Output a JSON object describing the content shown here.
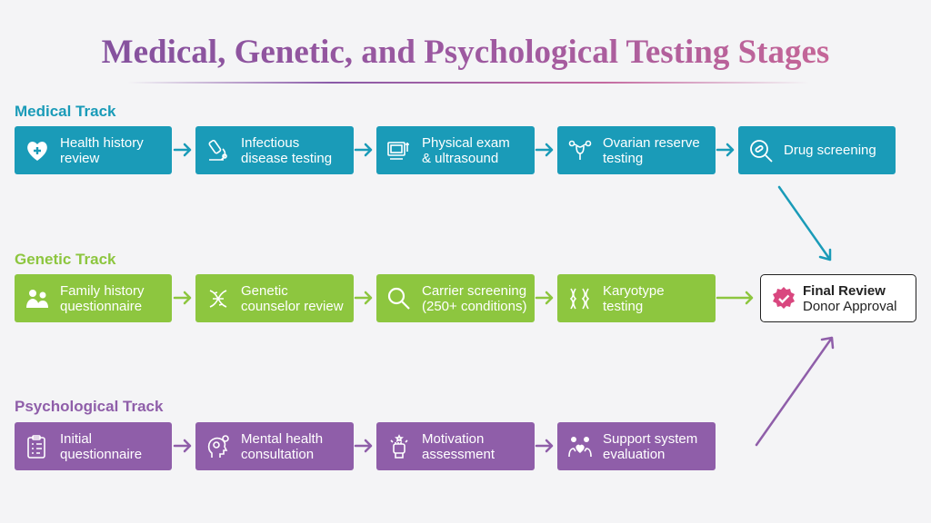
{
  "title": "Medical, Genetic, and Psychological Testing Stages",
  "colors": {
    "medical": "#1a9bb8",
    "genetic": "#8dc63f",
    "psychological": "#8f5ea9"
  },
  "tracks": {
    "medical": {
      "label": "Medical Track",
      "steps": [
        {
          "label": "Health history\nreview",
          "icon": "heart-plus-icon"
        },
        {
          "label": "Infectious\ndisease testing",
          "icon": "microscope-icon"
        },
        {
          "label": "Physical exam\n& ultrasound",
          "icon": "ultrasound-icon"
        },
        {
          "label": "Ovarian reserve\ntesting",
          "icon": "uterus-icon"
        },
        {
          "label": "Drug screening",
          "icon": "magnifier-pill-icon"
        }
      ]
    },
    "genetic": {
      "label": "Genetic Track",
      "steps": [
        {
          "label": "Family history\nquestionnaire",
          "icon": "family-icon"
        },
        {
          "label": "Genetic\ncounselor review",
          "icon": "dna-icon"
        },
        {
          "label": "Carrier screening\n(250+ conditions)",
          "icon": "search-icon"
        },
        {
          "label": "Karyotype\ntesting",
          "icon": "chromosome-icon"
        }
      ]
    },
    "psychological": {
      "label": "Psychological Track",
      "steps": [
        {
          "label": "Initial\nquestionnaire",
          "icon": "clipboard-icon"
        },
        {
          "label": "Mental health\nconsultation",
          "icon": "head-brain-icon"
        },
        {
          "label": "Motivation\nassessment",
          "icon": "raised-fist-icon"
        },
        {
          "label": "Support system\nevaluation",
          "icon": "group-heart-icon"
        }
      ]
    }
  },
  "final": {
    "title": "Final Review",
    "subtitle": "Donor Approval",
    "icon": "check-badge-icon"
  }
}
